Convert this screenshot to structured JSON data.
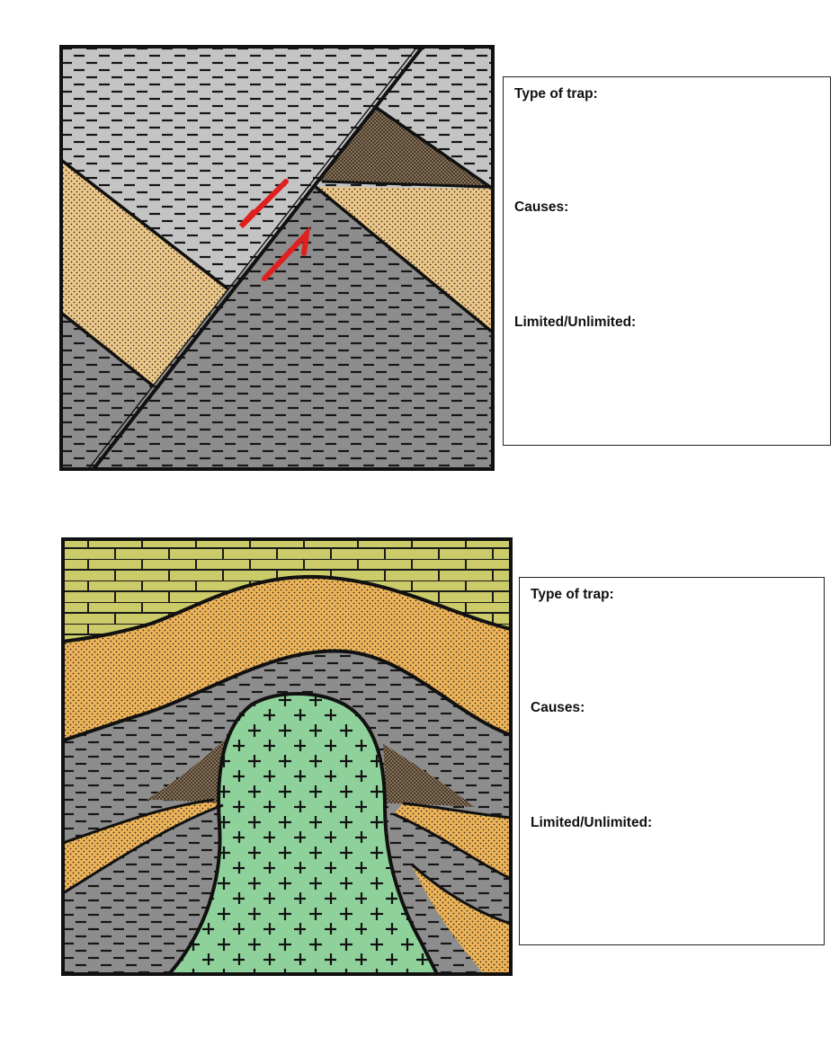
{
  "worksheet": {
    "box1": {
      "type_label": "Type of trap:",
      "causes_label": "Causes:",
      "limited_label": "Limited/Unlimited:"
    },
    "box2": {
      "type_label": "Type of trap:",
      "causes_label": "Causes:",
      "limited_label": "Limited/Unlimited:"
    }
  },
  "colors": {
    "light_shale": "#c4c4c4",
    "dark_shale": "#8d8d8d",
    "sandstone": "#eec888",
    "oil_sand": "#8a7256",
    "sand_orange": "#efb458",
    "limestone": "#cccb6a",
    "salt_dome": "#8fd19a",
    "fault_arrows": "#e02020",
    "line": "#111111"
  },
  "icons": {
    "fault_motion": "red-half-arrow-icon",
    "salt_symbol": "plus-sign"
  }
}
